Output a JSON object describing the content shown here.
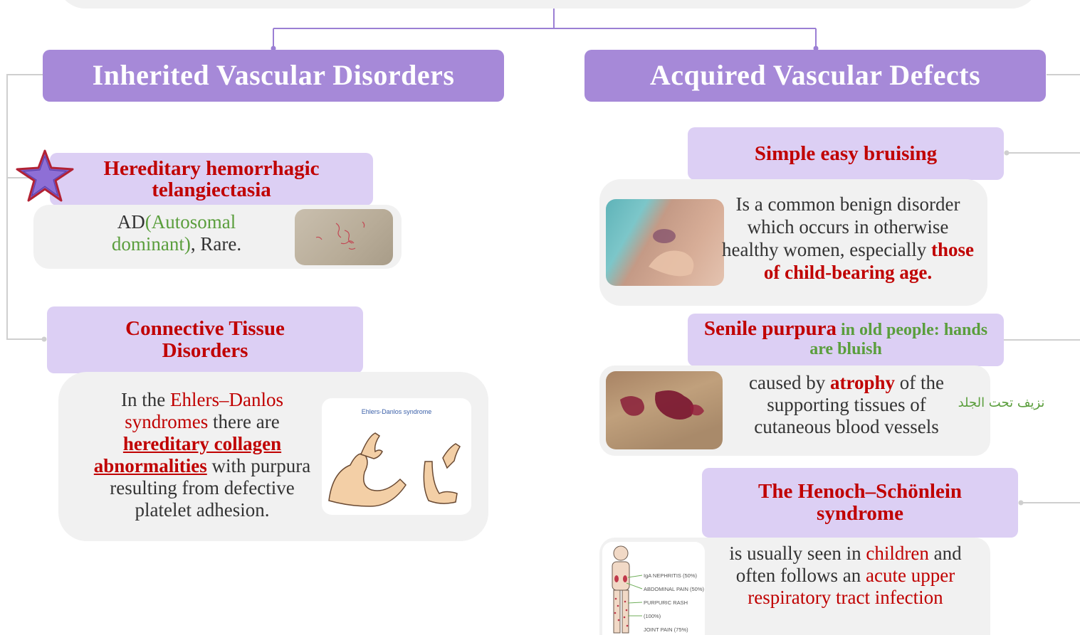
{
  "headers": {
    "inherited": "Inherited Vascular Disorders",
    "acquired": "Acquired Vascular Defects"
  },
  "hht": {
    "title": "Hereditary hemorrhagic telangiectasia",
    "text_pre": "AD",
    "text_green": "(Autosomal dominant)",
    "text_post": ", Rare."
  },
  "ctd": {
    "title": "Connective Tissue Disorders",
    "t1": "In the ",
    "t2_red": "Ehlers–Danlos syndromes",
    "t3": " there are ",
    "t4_red_underline": "hereditary collagen abnormalities",
    "t5": " with purpura resulting from defective platelet adhesion.",
    "image_caption": "Ehlers-Danlos syndrome"
  },
  "bruising": {
    "title": "Simple easy bruising",
    "text": "Is a common benign disorder which occurs in otherwise healthy women, especially",
    "text_red": "those of child-bearing age."
  },
  "senile": {
    "title_red": "Senile purpura",
    "title_green": " in old people: hands are bluish",
    "t1": "caused by ",
    "t2_red": "atrophy",
    "t3": " of the supporting tissues of cutaneous blood vessels",
    "arabic_note": "نزيف تحت الجلد"
  },
  "henoch": {
    "title": "The Henoch–Schönlein syndrome",
    "t1": "is usually seen in ",
    "t2_red": "children",
    "t3": " and often follows an ",
    "t4_red": "acute upper respiratory tract infection",
    "image_labels": [
      "IgA NEPHRITIS (50%)",
      "ABDOMINAL PAIN (50%)",
      "PURPURIC RASH (100%)",
      "JOINT PAIN (75%)"
    ]
  },
  "colors": {
    "header_bg": "#a689d8",
    "subnode_bg": "#dccff4",
    "card_bg": "#f1f1f1",
    "accent_red": "#c00000",
    "accent_green": "#5a9e3c",
    "connector": "#9b7fd4"
  }
}
